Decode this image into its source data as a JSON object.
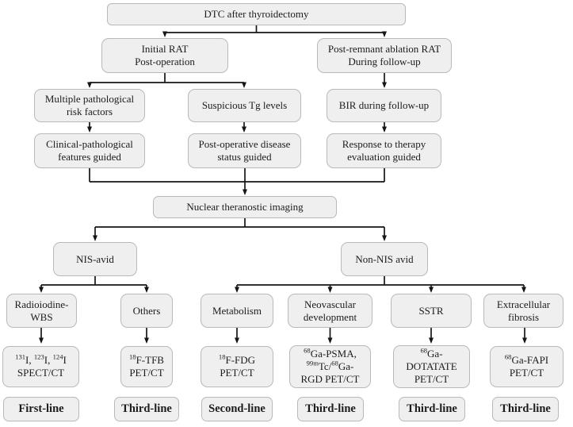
{
  "figure_title": "DTC after thyroidectomy nuclear theranostic imaging flowchart",
  "colors": {
    "background": "#ffffff",
    "box_fill": "#efefef",
    "box_border": "#b9b9b9",
    "line": "#161616",
    "text": "#1c1c1c"
  },
  "nodes": {
    "dtc": {
      "lines": [
        "DTC after thyroidectomy"
      ]
    },
    "initial_rat": {
      "lines": [
        "Initial RAT",
        "Post-operation"
      ]
    },
    "post_remnant": {
      "lines": [
        "Post-remnant ablation RAT",
        "During follow-up"
      ]
    },
    "multiple_risk": {
      "lines": [
        "Multiple pathological",
        "risk factors"
      ]
    },
    "suspicious_tg": {
      "lines": [
        "Suspicious Tg levels"
      ]
    },
    "bir": {
      "lines": [
        "BIR during follow-up"
      ]
    },
    "clinical_path": {
      "lines": [
        "Clinical-pathological",
        "features guided"
      ]
    },
    "post_op_status": {
      "lines": [
        "Post-operative disease",
        "status guided"
      ]
    },
    "response_therapy": {
      "lines": [
        "Response to therapy",
        "evaluation guided"
      ]
    },
    "nuclear_imaging": {
      "lines": [
        "Nuclear theranostic imaging"
      ]
    },
    "nis_avid": {
      "lines": [
        "NIS-avid"
      ]
    },
    "non_nis_avid": {
      "lines": [
        "Non-NIS avid"
      ]
    },
    "radioiodine_wbs": {
      "lines": [
        "Radioiodine-",
        "WBS"
      ]
    },
    "others": {
      "lines": [
        "Others"
      ]
    },
    "metabolism": {
      "lines": [
        "Metabolism"
      ]
    },
    "neovascular": {
      "lines": [
        "Neovascular",
        "development"
      ]
    },
    "sstr": {
      "lines": [
        "SSTR"
      ]
    },
    "extracellular": {
      "lines": [
        "Extracellular",
        "fibrosis"
      ]
    },
    "tracer_spect": {
      "lines": [
        "{131}I, {123}I, {124}I",
        "SPECT/CT"
      ]
    },
    "tracer_tfb": {
      "lines": [
        "{18}F-TFB",
        "PET/CT"
      ]
    },
    "tracer_fdg": {
      "lines": [
        "{18}F-FDG",
        "PET/CT"
      ]
    },
    "tracer_psma": {
      "lines": [
        "{68}Ga-PSMA,",
        "{99m}Tc/{68}Ga-",
        "RGD PET/CT"
      ]
    },
    "tracer_dotatate": {
      "lines": [
        "{68}Ga-",
        "DOTATATE",
        "PET/CT"
      ]
    },
    "tracer_fapi": {
      "lines": [
        "{68}Ga-FAPI",
        "PET/CT"
      ]
    },
    "line_first": {
      "lines": [
        "First-line"
      ]
    },
    "line_third_others": {
      "lines": [
        "Third-line"
      ]
    },
    "line_second": {
      "lines": [
        "Second-line"
      ]
    },
    "line_third_neovascular": {
      "lines": [
        "Third-line"
      ]
    },
    "line_third_sstr": {
      "lines": [
        "Third-line"
      ]
    },
    "line_third_fibrosis": {
      "lines": [
        "Third-line"
      ]
    }
  }
}
